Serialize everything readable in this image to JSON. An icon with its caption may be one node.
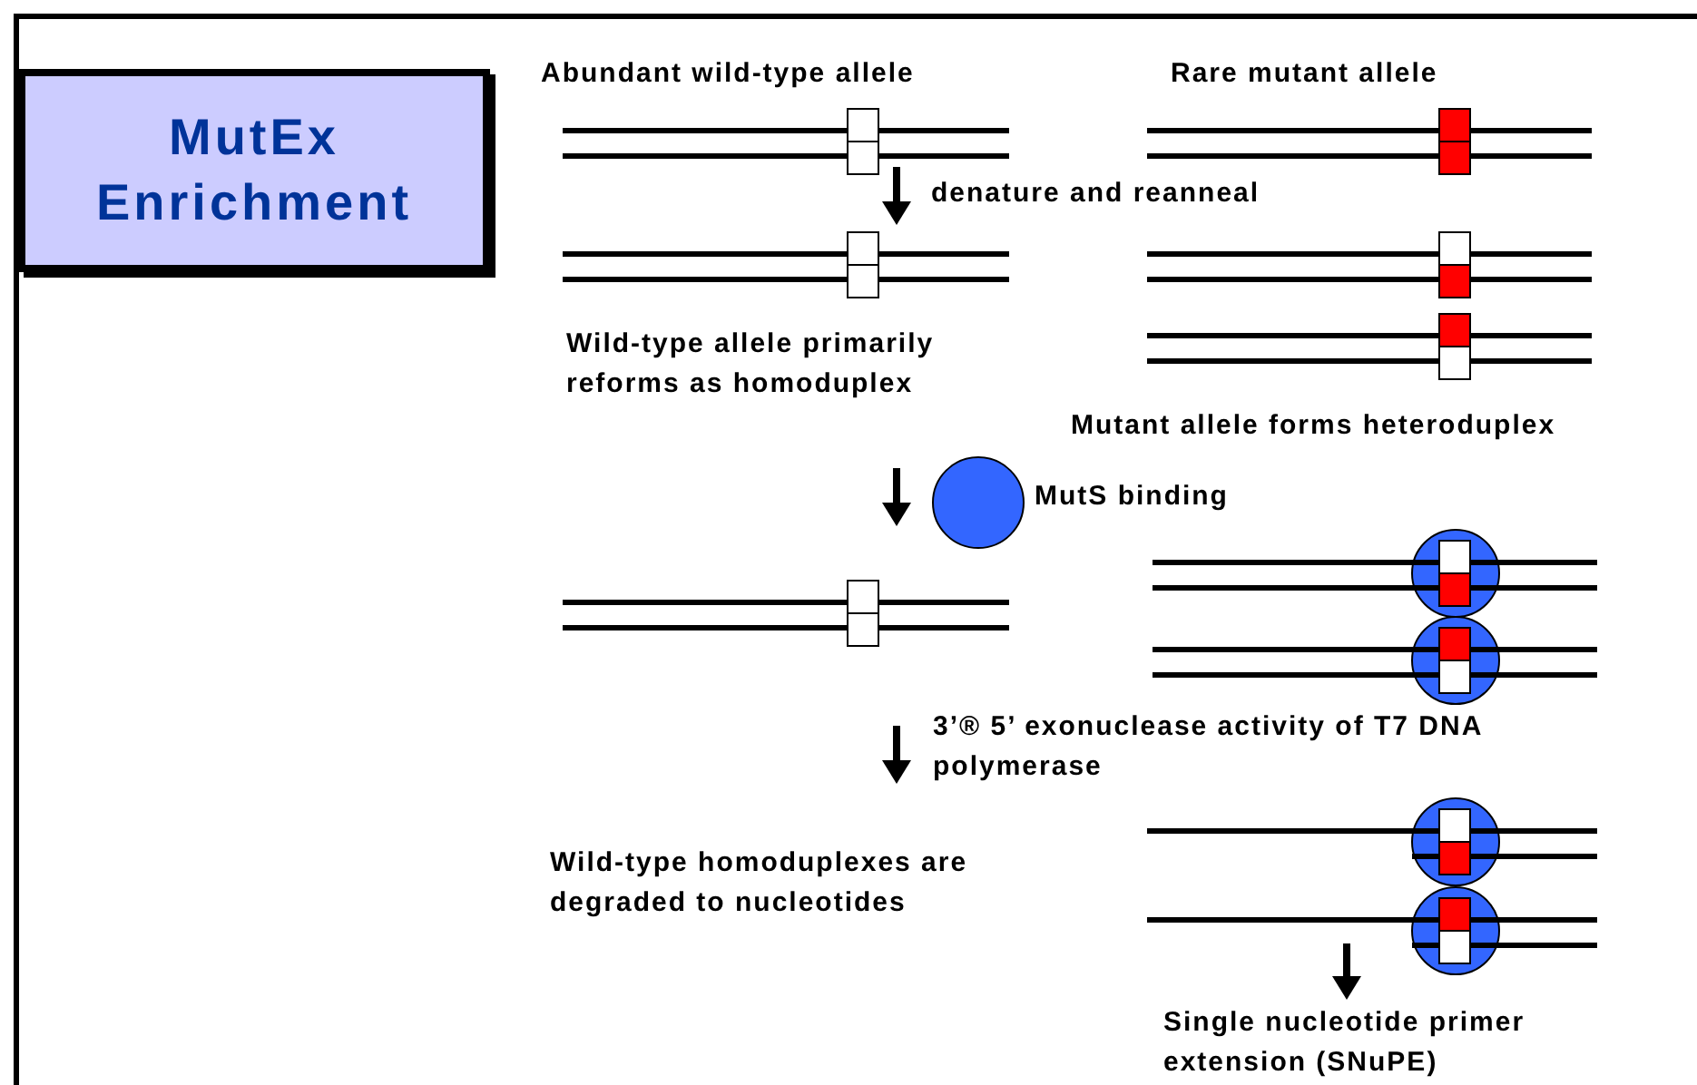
{
  "diagram": {
    "nodes": [
      {
        "text": [
          "MutEx Enrichment"
        ]
      }
    ],
    "labels": [
      "Abundant wild-type allele",
      "Rare mutant allele",
      "denature and reanneal",
      "Wild-type allele primarily reforms as homoduplex",
      "Mutant allele forms heteroduplex",
      "MutS binding",
      "3’® 5’ exonuclease activity of T7 DNA polymerase",
      "Wild-type homoduplexes are degraded to nucleotides",
      "Single nucleotide primer extension (SNuPE)"
    ]
  }
}
